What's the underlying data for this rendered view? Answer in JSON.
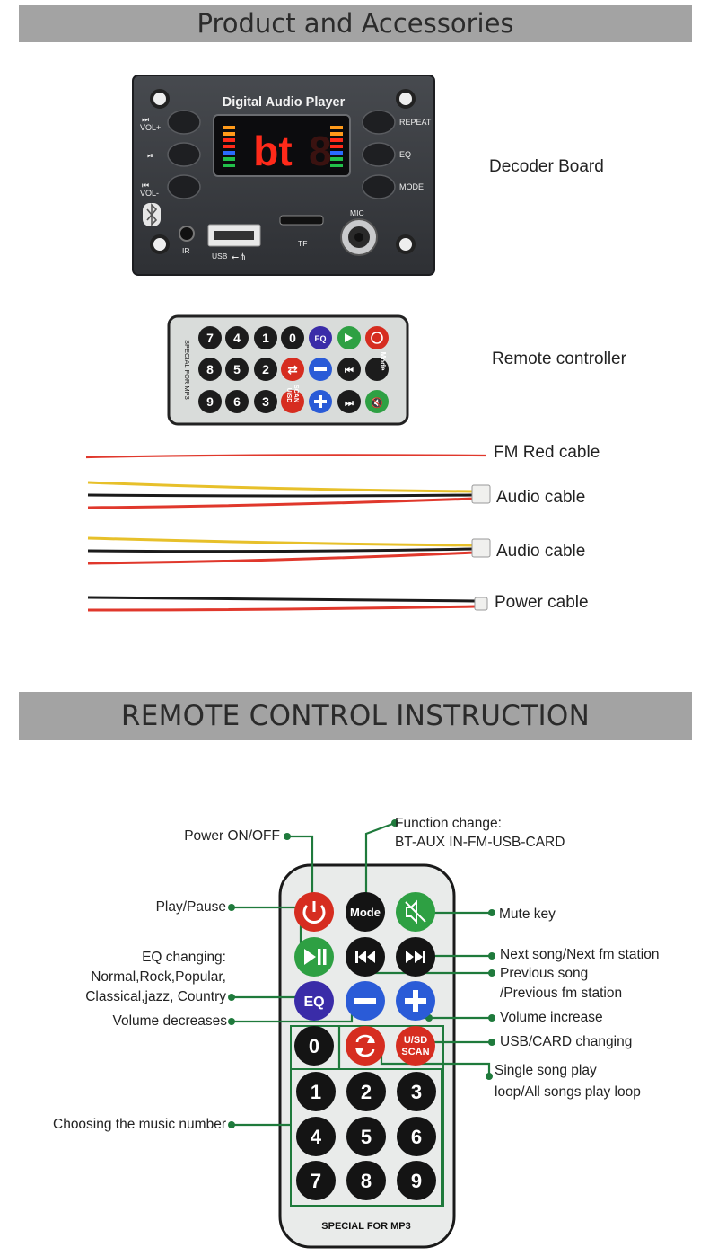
{
  "section1": {
    "title": "Product and Accessories"
  },
  "section2": {
    "title": "REMOTE CONTROL INSTRUCTION"
  },
  "products": {
    "decoder_board": "Decoder Board",
    "remote_controller": "Remote controller",
    "fm_cable": "FM Red cable",
    "audio_cable_1": "Audio cable",
    "audio_cable_2": "Audio cable",
    "power_cable": "Power cable"
  },
  "board": {
    "title": "Digital Audio Player",
    "display": "bt",
    "left_buttons": [
      "VOL+",
      "",
      "VOL-"
    ],
    "right_buttons": [
      "REPEAT",
      "EQ",
      "MODE"
    ],
    "ir": "IR",
    "usb": "USB",
    "tf": "TF",
    "mic": "MIC"
  },
  "small_remote": {
    "side_text": "SPECIAL FOR MP3",
    "mode": "Mode",
    "eq": "EQ",
    "usd": "U/SD",
    "scan": "SCAN",
    "row1": [
      "7",
      "4",
      "1",
      "0"
    ],
    "row2": [
      "8",
      "5",
      "2"
    ],
    "row3": [
      "9",
      "6",
      "3"
    ]
  },
  "big_remote": {
    "mode": "Mode",
    "eq": "EQ",
    "usd": "U/SD",
    "scan": "SCAN",
    "zero": "0",
    "numbers": [
      "1",
      "2",
      "3",
      "4",
      "5",
      "6",
      "7",
      "8",
      "9"
    ],
    "footer": "SPECIAL FOR MP3"
  },
  "callouts": {
    "power": "Power ON/OFF",
    "function_line1": "Function change:",
    "function_line2": "BT-AUX IN-FM-USB-CARD",
    "play_pause": "Play/Pause",
    "mute": "Mute key",
    "eq_line1": "EQ changing:",
    "eq_line2": "Normal,Rock,Popular,",
    "eq_line3": "Classical,jazz, Country",
    "next": "Next song/Next fm station",
    "prev_line1": "Previous song",
    "prev_line2": "/Previous fm station",
    "vol_down": "Volume decreases",
    "vol_up": "Volume increase",
    "usb_card": "USB/CARD changing",
    "loop_line1": "Single song play",
    "loop_line2": "loop/All songs play loop",
    "music_number": "Choosing the music number"
  },
  "colors": {
    "banner": "#a3a3a3",
    "callout_line": "#1f7a3c",
    "board": "#3a3c40",
    "led": "#ff2a1a"
  },
  "icons": [
    "power-icon",
    "mute-icon",
    "play-pause-icon",
    "prev-icon",
    "next-icon",
    "minus-icon",
    "plus-icon",
    "repeat-icon",
    "bluetooth-icon",
    "usb-icon"
  ]
}
